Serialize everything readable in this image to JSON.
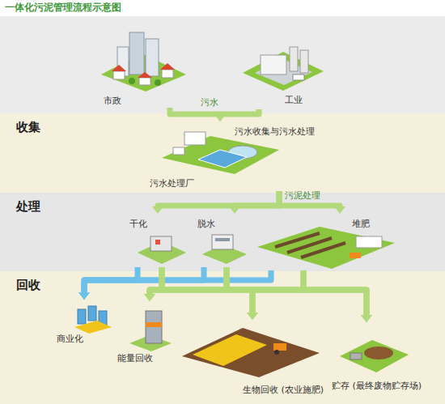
{
  "diagram": {
    "title": "一体化污泥管理流程示意图",
    "nodes": [
      {
        "text": [
          "市政"
        ]
      },
      {
        "text": [
          "工业"
        ]
      },
      {
        "text": [
          "收集"
        ]
      },
      {
        "text": [
          "污水收集与污水处理",
          "污水处理厂"
        ],
        "in": 2
      },
      {
        "text": [
          "处理"
        ]
      },
      {
        "text": [
          "干化"
        ],
        "in": 4
      },
      {
        "text": [
          "脱水"
        ],
        "in": 4
      },
      {
        "text": [
          "堆肥"
        ],
        "in": 4
      },
      {
        "text": [
          "回收"
        ]
      },
      {
        "text": [
          "商业化"
        ],
        "in": 8
      },
      {
        "text": [
          "能量回收"
        ],
        "in": 8
      },
      {
        "text": [
          "生物回收 (农业施肥)"
        ],
        "in": 8
      },
      {
        "text": [
          "贮存 (最终废物贮存场)"
        ],
        "in": 8
      }
    ],
    "edges": [
      {
        "from": 0,
        "to": 3,
        "arrow": "to",
        "label": "污水"
      },
      {
        "from": 1,
        "to": 3,
        "arrow": "to"
      },
      {
        "from": 3,
        "to": 5,
        "arrow": "to",
        "label": "污泥处理"
      },
      {
        "from": 3,
        "to": 6,
        "arrow": "to"
      },
      {
        "from": 3,
        "to": 7,
        "arrow": "to"
      },
      {
        "from": 5,
        "to": 9,
        "arrow": "to"
      },
      {
        "from": 6,
        "to": 9,
        "arrow": "to"
      },
      {
        "from": 7,
        "to": 9,
        "arrow": "to"
      },
      {
        "from": 5,
        "to": 10,
        "arrow": "to"
      },
      {
        "from": 5,
        "to": 11,
        "arrow": "to"
      },
      {
        "from": 5,
        "to": 12,
        "arrow": "to"
      },
      {
        "from": 6,
        "to": 10,
        "arrow": "to"
      },
      {
        "from": 6,
        "to": 11,
        "arrow": "to"
      },
      {
        "from": 6,
        "to": 12,
        "arrow": "to"
      },
      {
        "from": 7,
        "to": 10,
        "arrow": "to"
      },
      {
        "from": 7,
        "to": 11,
        "arrow": "to"
      },
      {
        "from": 7,
        "to": 12,
        "arrow": "to"
      }
    ]
  }
}
